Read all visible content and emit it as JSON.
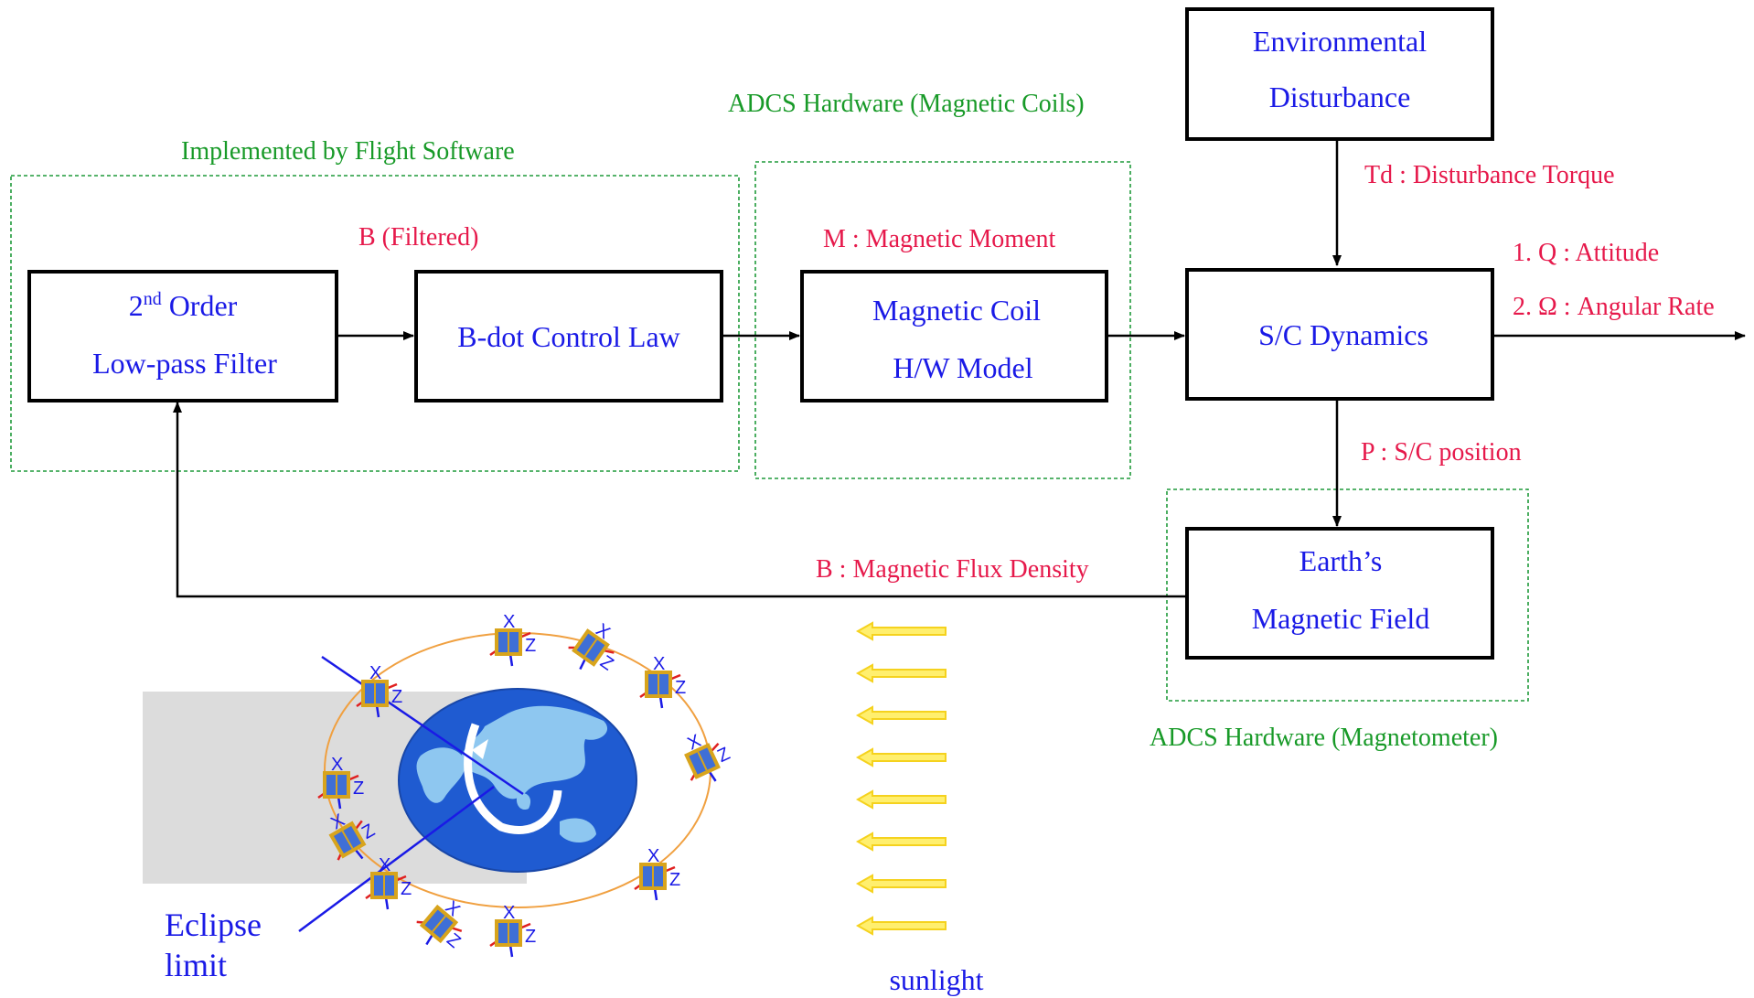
{
  "groups": {
    "flight_software": "Implemented by Flight Software",
    "magnetic_coils": "ADCS Hardware (Magnetic Coils)",
    "magnetometer": "ADCS Hardware (Magnetometer)"
  },
  "blocks": {
    "filter": {
      "line1_main": "2",
      "line1_sup": "nd",
      "line1_rest": " Order",
      "line2": "Low-pass Filter"
    },
    "bdot": {
      "line1": "B-dot Control Law"
    },
    "coil": {
      "line1": "Magnetic Coil",
      "line2": "H/W Model"
    },
    "dynamics": {
      "line1": "S/C Dynamics"
    },
    "environment": {
      "line1": "Environmental",
      "line2": "Disturbance"
    },
    "earth_field": {
      "line1": "Earth’s",
      "line2": "Magnetic Field"
    }
  },
  "signals": {
    "b_filtered": "B (Filtered)",
    "moment": "M : Magnetic Moment",
    "torque": "Td : Disturbance Torque",
    "attitude": "1. Q : Attitude",
    "rate": "2. Ω : Angular Rate",
    "position": "P : S/C position",
    "flux": "B : Magnetic Flux Density"
  },
  "illustration": {
    "eclipse_line1": "Eclipse",
    "eclipse_line2": "limit",
    "sunlight": "sunlight",
    "axis_x": "X",
    "axis_z": "Z"
  },
  "colors": {
    "block_text": "#1a1ae6",
    "signal_text": "#e6194b",
    "group_text": "#189a28",
    "earth_ocean": "#1f5bd1",
    "land": "#8ec7f0",
    "sunlight_arrow": "#ffef6e",
    "eclipse_shadow": "#dcdcdc"
  }
}
